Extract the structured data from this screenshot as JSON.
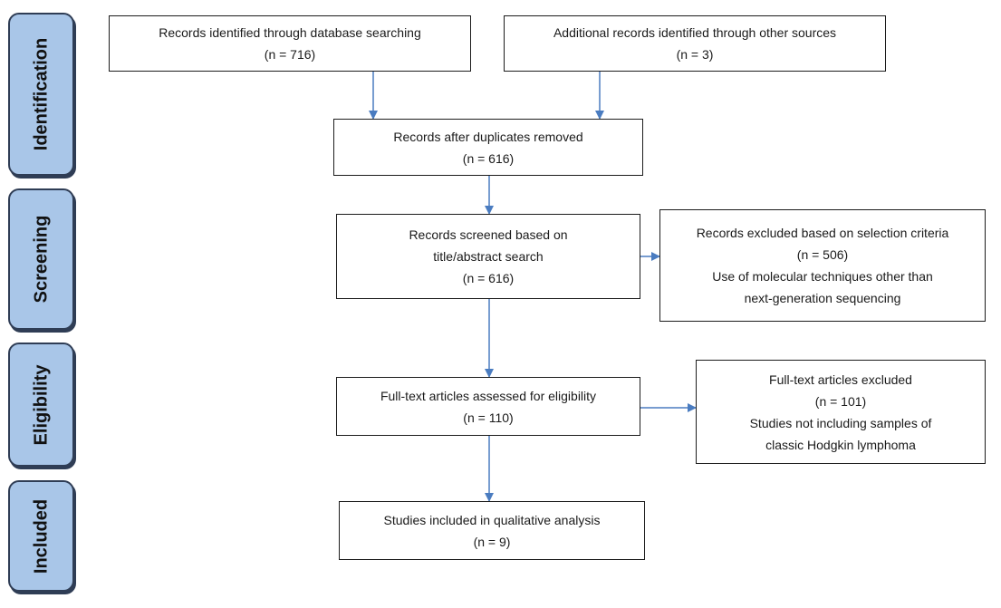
{
  "phases": {
    "identification": "Identification",
    "screening": "Screening",
    "eligibility": "Eligibility",
    "included": "Included"
  },
  "boxes": {
    "database_search": {
      "line1": "Records identified through database searching",
      "line2": "(n = 716)"
    },
    "other_sources": {
      "line1": "Additional records identified through other sources",
      "line2": "(n = 3)"
    },
    "duplicates_removed": {
      "line1": "Records after duplicates removed",
      "line2": "(n = 616)"
    },
    "screened": {
      "line1": "Records screened based on",
      "line2": "title/abstract search",
      "line3": "(n = 616)"
    },
    "excluded_selection": {
      "line1": "Records excluded based on selection criteria",
      "line2": "(n = 506)",
      "line3": "Use of molecular techniques other than",
      "line4": "next-generation sequencing"
    },
    "full_text_assessed": {
      "line1": "Full-text articles assessed for eligibility",
      "line2": "(n = 110)"
    },
    "full_text_excluded": {
      "line1": "Full-text articles excluded",
      "line2": "(n = 101)",
      "line3": "Studies not including samples of",
      "line4": "classic Hodgkin lymphoma"
    },
    "included_qualitative": {
      "line1": "Studies included in qualitative analysis",
      "line2": "(n = 9)"
    }
  },
  "colors": {
    "phase_fill": "#a9c6e8",
    "phase_border": "#2f3d55",
    "arrow": "#4a7cc0"
  }
}
